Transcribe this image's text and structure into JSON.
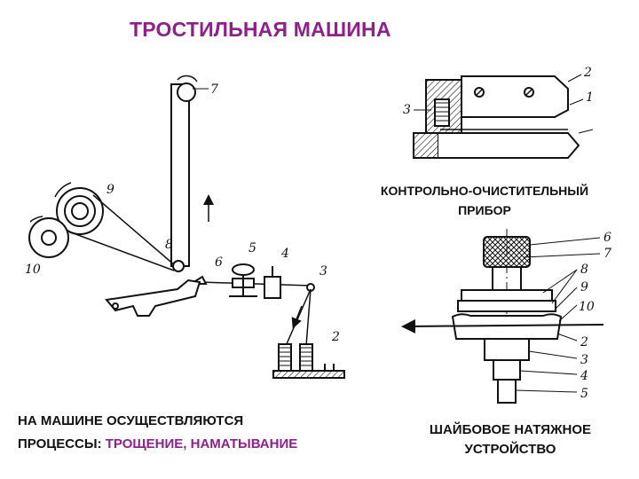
{
  "title": "ТРОСТИЛЬНАЯ МАШИНА",
  "device_caption": {
    "line1": "КОНТРОЛЬНО-ОЧИСТИТЕЛЬНЫЙ",
    "line2": "ПРИБОР"
  },
  "washer_caption": {
    "line1": "ШАЙБОВОЕ НАТЯЖНОЕ",
    "line2": "УСТРОЙСТВО"
  },
  "process_caption": {
    "line1": "НА МАШИНЕ ОСУЩЕСТВЛЯЮТСЯ",
    "line2_prefix": "ПРОЦЕССЫ",
    "line2_sep": ": ",
    "line2_highlight": "ТРОЩЕНИЕ, НАМАТЫВАНИЕ"
  },
  "machine_labels": [
    "7",
    "9",
    "10",
    "8",
    "6",
    "5",
    "4",
    "3",
    "2"
  ],
  "device_labels": [
    "3",
    "2",
    "1"
  ],
  "washer_labels": [
    "6",
    "7",
    "8",
    "9",
    "10",
    "2",
    "3",
    "4",
    "5"
  ],
  "colors": {
    "title": "#8e1f8c",
    "highlight": "#8e1f8c",
    "line": "#111111"
  }
}
